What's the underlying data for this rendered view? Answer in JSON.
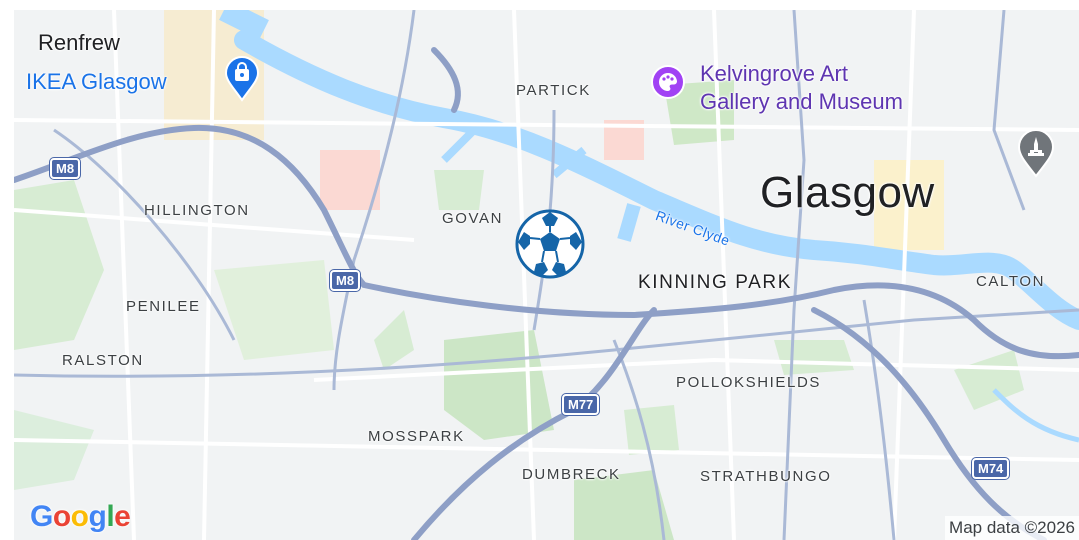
{
  "map": {
    "places": {
      "renfrew": "Renfrew",
      "partick": "PARTICK",
      "hillington": "HILLINGTON",
      "govan": "GOVAN",
      "glasgow": "Glasgow",
      "kinning_park": "KINNING PARK",
      "calton": "CALTON",
      "penilee": "PENILEE",
      "ralston": "RALSTON",
      "pollokshields": "POLLOKSHIELDS",
      "mosspark": "MOSSPARK",
      "dumbreck": "DUMBRECK",
      "strathbungo": "STRATHBUNGO"
    },
    "pois": {
      "ikea": "IKEA Glasgow",
      "kelvingrove_line1": "Kelvingrove Art",
      "kelvingrove_line2": "Gallery and Museum"
    },
    "water": {
      "river": "River Clyde"
    },
    "roads": {
      "m8_west": "M8",
      "m8_mid": "M8",
      "m77": "M77",
      "m74": "M74"
    },
    "icons": {
      "ikea": "shopping-bag-icon",
      "kelvingrove": "palette-icon",
      "monument": "monument-icon",
      "stadium": "football-icon"
    },
    "colors": {
      "water": "#aadaff",
      "park": "#c8e6c9",
      "road": "#aab9d6",
      "motorway": "#8e9fc6",
      "land": "#f1f3f4",
      "commercial": "#fce8b2",
      "poi_purple": "#a142f4",
      "poi_blue": "#1a73e8",
      "poi_grey": "#70757a"
    }
  },
  "branding": {
    "logo": "Google",
    "attribution": "Map data ©2026"
  }
}
